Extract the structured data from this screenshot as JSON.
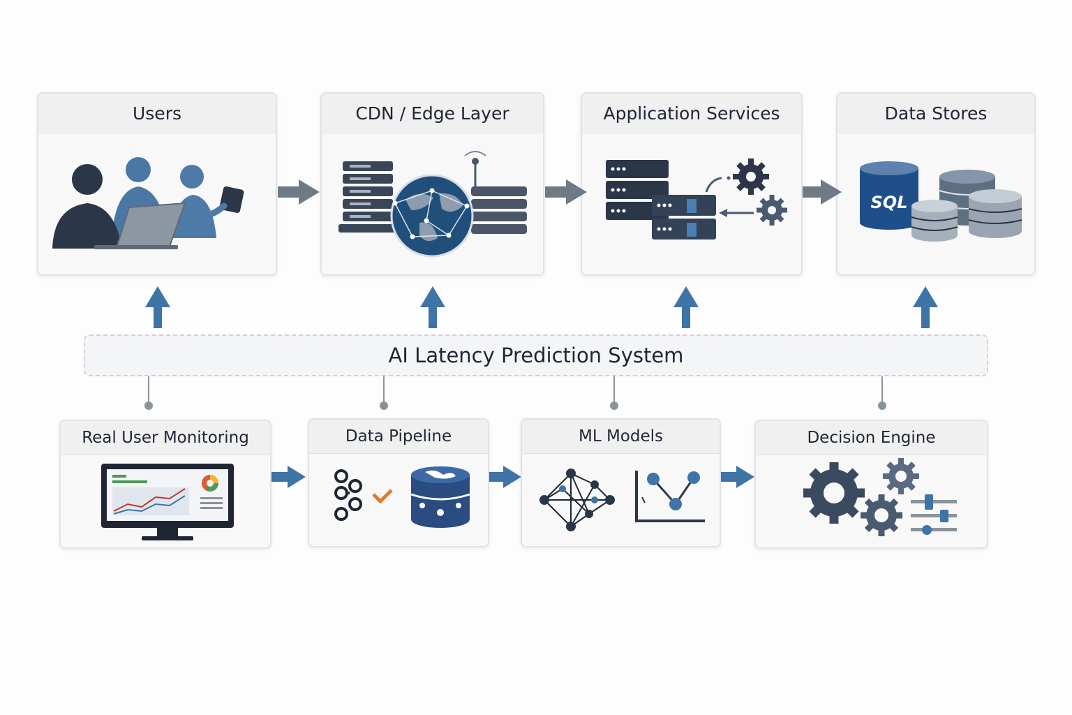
{
  "top_cards": {
    "users": "Users",
    "cdn": "CDN / Edge Layer",
    "app": "Application Services",
    "data": "Data Stores"
  },
  "band": {
    "title": "AI Latency Prediction System"
  },
  "bottom_cards": {
    "rum": "Real User Monitoring",
    "pipeline": "Data Pipeline",
    "ml": "ML Models",
    "decision": "Decision Engine"
  },
  "icons": {
    "users": "users-group-icon",
    "cdn": "globe-servers-icon",
    "app": "server-stack-gears-icon",
    "data": "sql-database-icon",
    "rum": "monitor-dashboard-icon",
    "pipeline": "pipeline-database-icon",
    "ml": "neural-network-icon",
    "decision": "gears-sliders-icon"
  },
  "sql_label": "SQL",
  "colors": {
    "primary": "#3f74a6",
    "dark": "#2b3648",
    "gray_arrow": "#6e7a86",
    "card_border": "#e1e3e6"
  }
}
